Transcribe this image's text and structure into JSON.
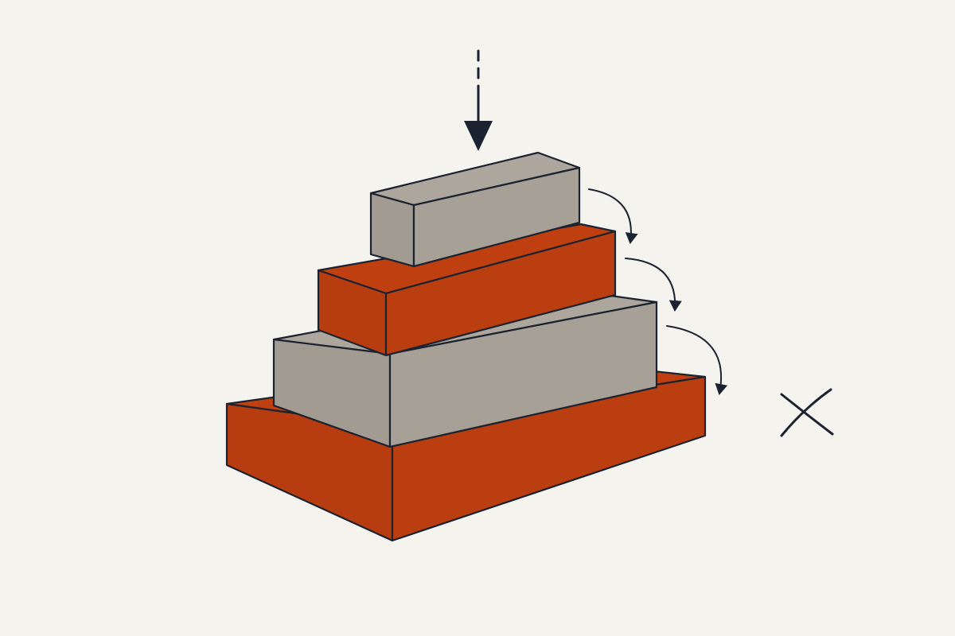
{
  "colors": {
    "background": "#f4f3ee",
    "outline": "#1b2230",
    "gray_block": "#a6a096",
    "orange_block": "#bb3e10"
  },
  "icons": {
    "top_arrow": "down-arrow-icon",
    "step_arrows": "curved-arrow-icon",
    "mark": "x-mark-icon"
  },
  "blocks": [
    {
      "tier": 1,
      "color": "gray"
    },
    {
      "tier": 2,
      "color": "orange"
    },
    {
      "tier": 3,
      "color": "gray"
    },
    {
      "tier": 4,
      "color": "orange"
    }
  ]
}
